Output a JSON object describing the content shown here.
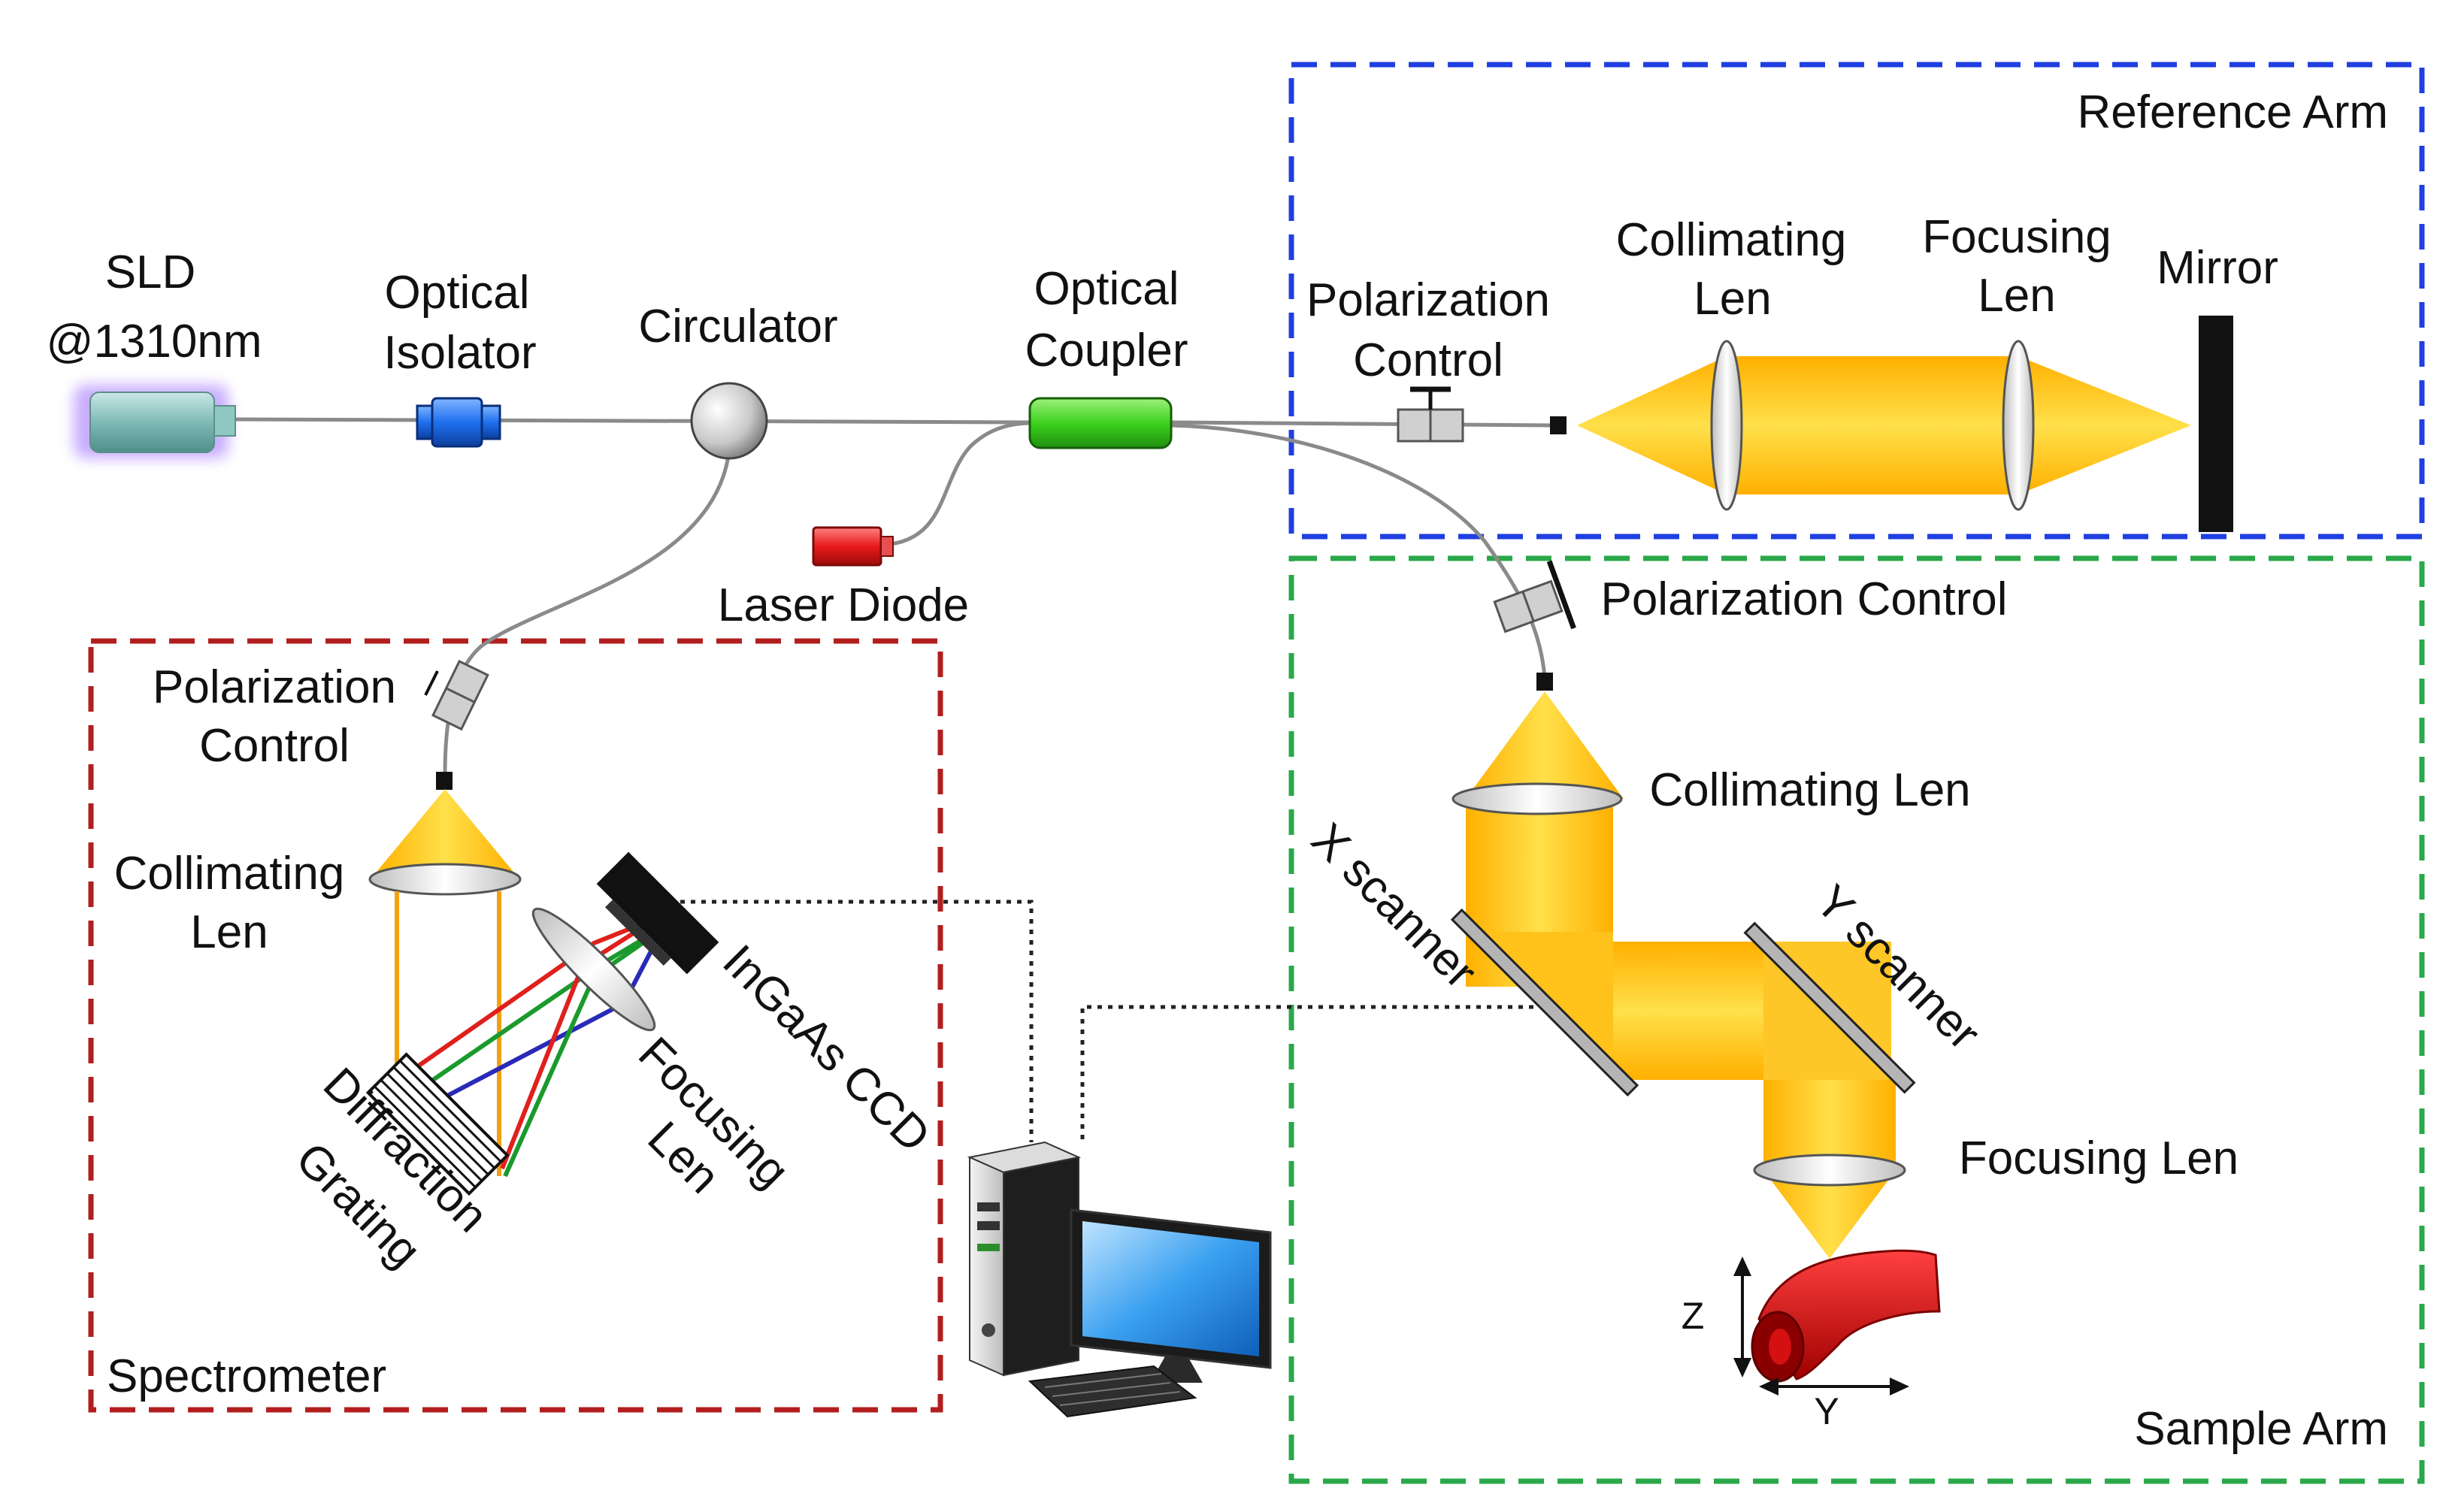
{
  "colors": {
    "reference_box": "#1f3fe0",
    "sample_box": "#2aa84a",
    "spectrometer_box": "#b21e1e",
    "fiber": "#8a8a8a",
    "beam": "#ffc21a",
    "red_ray": "#e0201c",
    "green_ray": "#1a9a2c",
    "blue_ray": "#2a2ab8"
  },
  "regions": {
    "reference_arm": "Reference Arm",
    "sample_arm": "Sample  Arm",
    "spectrometer": "Spectrometer"
  },
  "source": {
    "line1": "SLD",
    "line2": "@1310nm",
    "icon": "superluminescent-diode-icon"
  },
  "isolator": {
    "line1": "Optical",
    "line2": "Isolator"
  },
  "circulator": {
    "label": "Circulator"
  },
  "coupler": {
    "line1": "Optical",
    "line2": "Coupler"
  },
  "laser_diode": {
    "label": "Laser Diode"
  },
  "reference": {
    "polarization_line1": "Polarization",
    "polarization_line2": "Control",
    "collimating_line1": "Collimating",
    "collimating_line2": "Len",
    "focusing_line1": "Focusing",
    "focusing_line2": "Len",
    "mirror": "Mirror"
  },
  "sample": {
    "polarization": "Polarization Control",
    "collimating": "Collimating Len",
    "x_scanner": "X scanner",
    "y_scanner": "Y scanner",
    "focusing": "Focusing Len",
    "z_axis": "Z",
    "y_axis": "Y"
  },
  "spectrometer": {
    "polarization_line1": "Polarization",
    "polarization_line2": "Control",
    "collimating_line1": "Collimating",
    "collimating_line2": "Len",
    "grating_line1": "Diffraction",
    "grating_line2": "Grating",
    "focusing_line1": "Focusing",
    "focusing_line2": "Len",
    "camera": "InGaAs CCD"
  },
  "computer": {
    "icon": "desktop-computer-icon"
  }
}
